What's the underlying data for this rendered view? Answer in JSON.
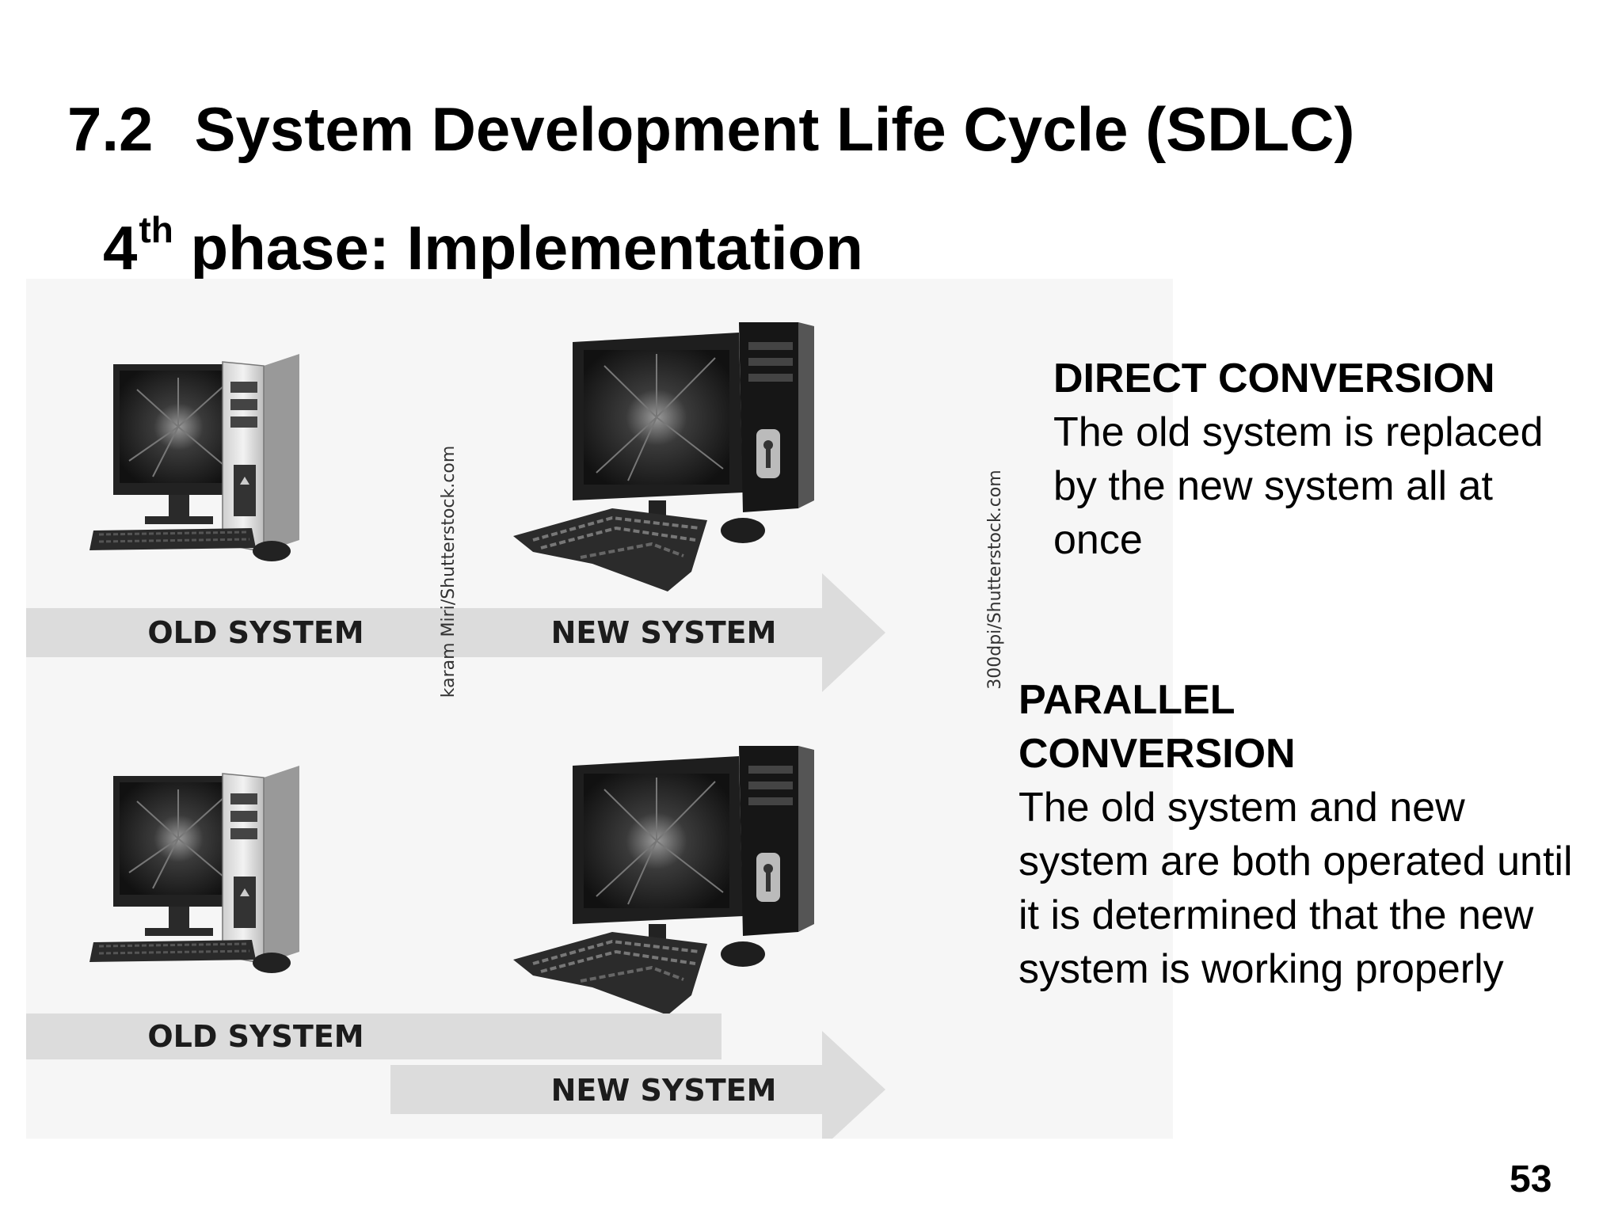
{
  "slide": {
    "title_number": "7.2",
    "title_text": "System Development Life Cycle (SDLC)",
    "phase_number": "4",
    "phase_superscript": "th",
    "phase_text": "phase: Implementation",
    "page_number": "53"
  },
  "direct": {
    "heading": "DIRECT CONVERSION",
    "description": "The old system is replaced by the new system all at once",
    "old_label": "OLD SYSTEM",
    "new_label": "NEW SYSTEM"
  },
  "parallel": {
    "heading_line1": "PARALLEL",
    "heading_line2": "CONVERSION",
    "description": "The old system and new system are both operated until it is determined that the new system is working properly",
    "old_label": "OLD SYSTEM",
    "new_label": "NEW SYSTEM"
  },
  "credits": {
    "left": "karam Miri/Shutterstock.com",
    "right": "300dpi/Shutterstock.com"
  }
}
